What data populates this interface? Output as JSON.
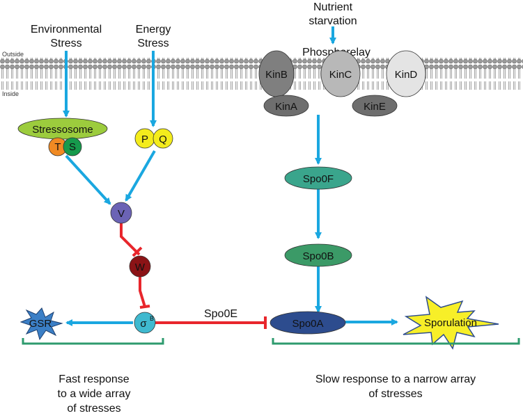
{
  "membrane": {
    "outside_label": "Outside",
    "inside_label": "Inside"
  },
  "inputs": {
    "environmental_line1": "Environmental",
    "environmental_line2": "Stress",
    "energy_line1": "Energy",
    "energy_line2": "Stress",
    "nutrient_line1": "Nutrient",
    "nutrient_line2": "starvation",
    "phosphorelay": "Phosphorelay"
  },
  "kinases": {
    "kinB": "KinB",
    "kinC": "KinC",
    "kinD": "KinD",
    "kinA": "KinA",
    "kinE": "KinE"
  },
  "left_pathway": {
    "stressosome": "Stressosome",
    "t": "T",
    "s": "S",
    "p": "P",
    "q": "Q",
    "v": "V",
    "w": "W",
    "sigma": "σ",
    "sigma_sup": "B",
    "gsr": "GSR"
  },
  "right_pathway": {
    "spo0f": "Spo0F",
    "spo0b": "Spo0B",
    "spo0a": "Spo0A",
    "sporulation": "Sporulation",
    "spo0e": "Spo0E"
  },
  "captions": {
    "left_line1": "Fast response",
    "left_line2": "to a wide array",
    "left_line3": "of stresses",
    "right_line1": "Slow response to a narrow array",
    "right_line2": "of stresses"
  },
  "colors": {
    "activation_arrow": "#1aa7e0",
    "inhibition_line": "#e8262c",
    "bracket": "#2e9b6e",
    "membrane_head": "#9a9a9a",
    "stressosome": "#9ccc3d",
    "t_protein": "#f08a23",
    "s_protein": "#169a4c",
    "pq_protein": "#f4ec1c",
    "v_protein": "#6b63b5",
    "w_protein": "#8b1316",
    "sigma_b": "#3fb9cf",
    "gsr_star": "#3b7fc6",
    "spo0f": "#3aa58c",
    "spo0b": "#3b9a67",
    "spo0a": "#2d4c8e",
    "sporulation_star": "#f7ef28",
    "kinB": "#7f7f7f",
    "kinC": "#b8b8b8",
    "kinD": "#e4e4e4",
    "kinA": "#6e6e6e",
    "kinE": "#6e6e6e"
  }
}
